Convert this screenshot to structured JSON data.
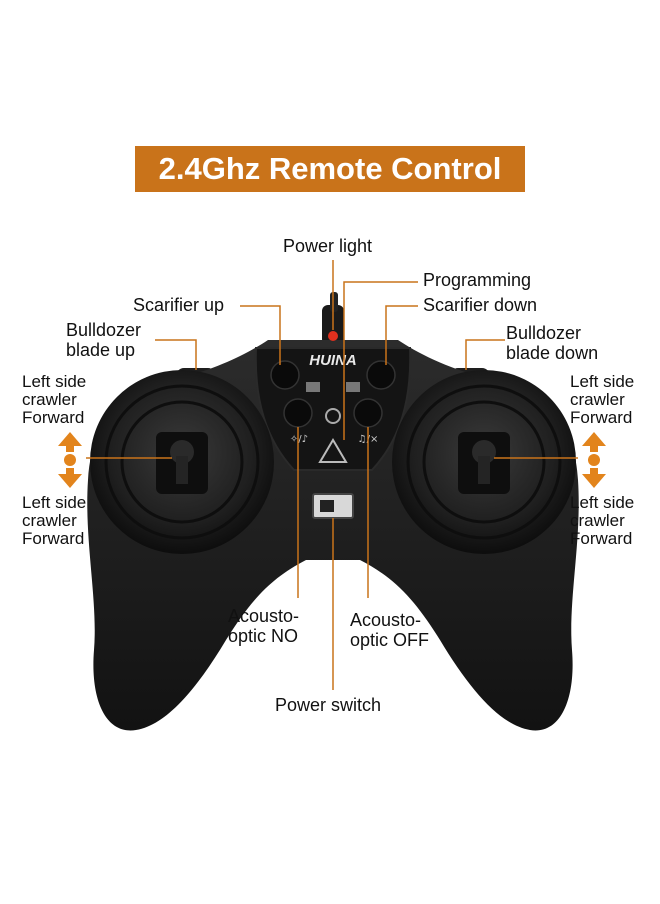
{
  "title": "2.4Ghz Remote Control",
  "brand": "HUINA",
  "colors": {
    "accent": "#c9731a",
    "body": "#1b1b1b",
    "led": "#e0301e"
  },
  "labels": {
    "power_light": "Power light",
    "programming": "Programming",
    "scarifier_up": "Scarifier up",
    "scarifier_down": "Scarifier down",
    "bulldozer_up": "Bulldozer\nblade up",
    "bulldozer_down": "Bulldozer\nblade down",
    "left_forward_top": "Left side\ncrawler\nForward",
    "left_forward_bottom": "Left side\ncrawler\nForward",
    "right_forward_top": "Left side\ncrawler\nForward",
    "right_forward_bottom": "Left side\ncrawler\nForward",
    "acousto_on": "Acousto-\noptic NO",
    "acousto_off": "Acousto-\noptic OFF",
    "power_switch": "Power switch"
  },
  "icons": [
    "up-arrow-icon",
    "down-arrow-icon",
    "light-sound-icon",
    "mute-icon",
    "gear-icon",
    "triangle-icon"
  ]
}
